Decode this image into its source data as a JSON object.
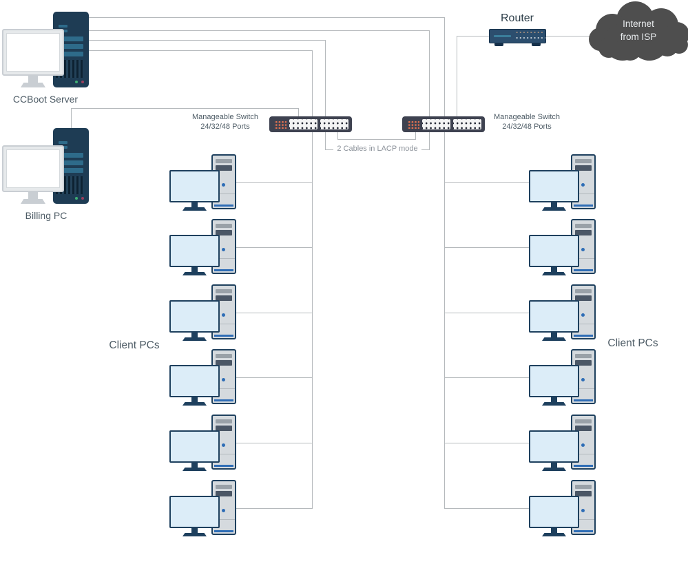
{
  "diagram": {
    "background": "#ffffff",
    "colors": {
      "wire": "#b5b9bc",
      "label": "#4e5c66",
      "title_dark": "#2d3e49",
      "lacp_text": "#8d939b",
      "srv_body": "#1e3c54",
      "srv_teal": "#2e6b8a",
      "srv_vent_dark": "#0d2232",
      "srv_led_green": "#3fae73",
      "srv_led_red": "#9c3f5d",
      "srv_monitor_frame": "#e6e9eb",
      "srv_monitor_edge": "#c9ced3",
      "srv_screen": "#ffffff",
      "pc_border": "#1e405e",
      "pc_screen": "#dcedf8",
      "pc_body": "#d5dade",
      "pc_bar1": "#99a1a8",
      "pc_bar2": "#4b5766",
      "pc_blue": "#2e6db6",
      "sw_body": "#3e4250",
      "sw_orange": "#e17150",
      "sw_panel": "#f4f4f4",
      "sw_port": "#262a36",
      "router_body": "#2c4e6e",
      "router_border": "#16314b",
      "router_teal": "#3b7e9b",
      "router_dot_top": "#a08b7c",
      "router_dot_bottom": "#c6cfd6",
      "cloud": "#4e4e4e",
      "cloud_text": "#e9ecee"
    },
    "nodes": {
      "ccboot_server": {
        "label": "CCBoot Server"
      },
      "billing_pc": {
        "label": "Billing PC"
      },
      "switch_left": {
        "label_line1": "Manageable Switch",
        "label_line2": "24/32/48 Ports"
      },
      "switch_right": {
        "label_line1": "Manageable Switch",
        "label_line2": "24/32/48 Ports"
      },
      "router": {
        "label": "Router"
      },
      "internet": {
        "label_line1": "Internet",
        "label_line2": "from ISP"
      },
      "clients_left": {
        "label": "Client PCs",
        "count": 6
      },
      "clients_right": {
        "label": "Client PCs",
        "count": 6
      }
    },
    "annotations": {
      "lacp": "2 Cables in LACP mode"
    }
  }
}
